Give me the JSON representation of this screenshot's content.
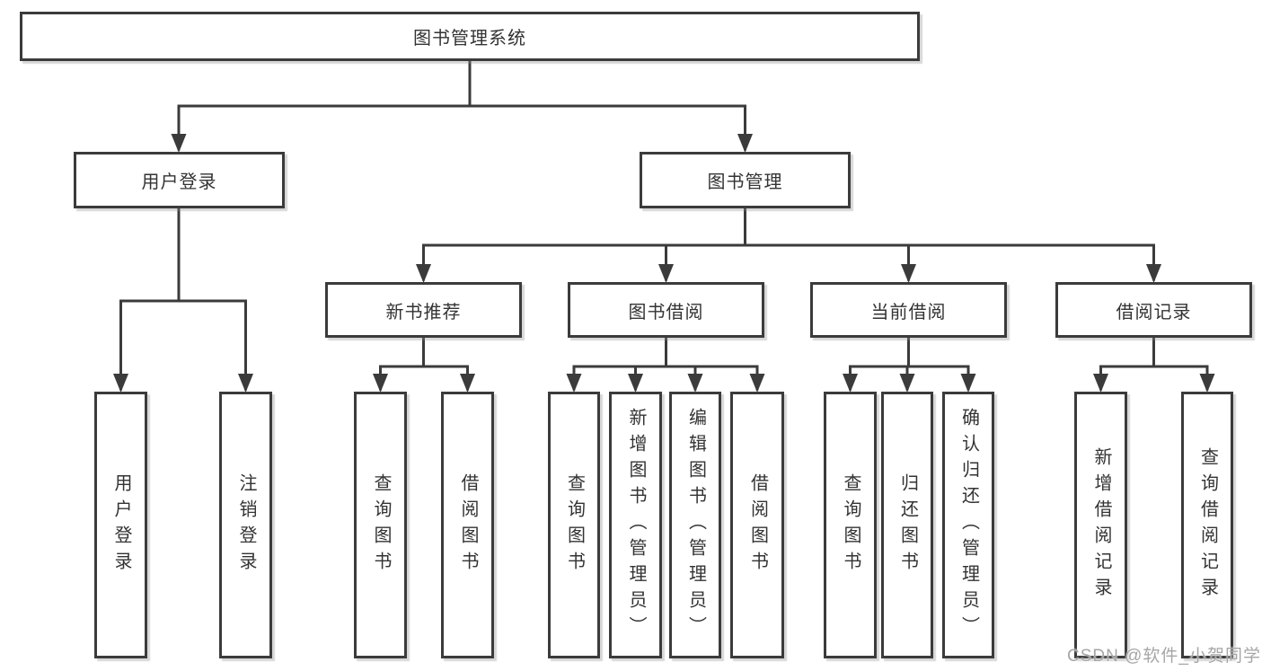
{
  "diagram": {
    "title": "图书管理系统",
    "nodes": {
      "root": "图书管理系统",
      "user_login": "用户登录",
      "book_mgmt": "图书管理",
      "new_books": "新书推荐",
      "book_borrow": "图书借阅",
      "current_borrow": "当前借阅",
      "borrow_records": "借阅记录",
      "leaf_user_login": "用户登录",
      "leaf_logout": "注销登录",
      "leaf_query_book_new": "查询图书",
      "leaf_borrow_book_new": "借阅图书",
      "leaf_query_book_borrow": "查询图书",
      "leaf_add_book_admin": "新增图书（管理员）",
      "leaf_edit_book_admin": "编辑图书（管理员）",
      "leaf_borrow_book_borrow": "借阅图书",
      "leaf_query_book_current": "查询图书",
      "leaf_return_book": "归还图书",
      "leaf_confirm_return_admin": "确认归还（管理员）",
      "leaf_add_borrow_record": "新增借阅记录",
      "leaf_query_borrow_record": "查询借阅记录"
    },
    "edges": [
      [
        "图书管理系统",
        "用户登录"
      ],
      [
        "图书管理系统",
        "图书管理"
      ],
      [
        "用户登录",
        "用户登录"
      ],
      [
        "用户登录",
        "注销登录"
      ],
      [
        "图书管理",
        "新书推荐"
      ],
      [
        "图书管理",
        "图书借阅"
      ],
      [
        "图书管理",
        "当前借阅"
      ],
      [
        "图书管理",
        "借阅记录"
      ],
      [
        "新书推荐",
        "查询图书"
      ],
      [
        "新书推荐",
        "借阅图书"
      ],
      [
        "图书借阅",
        "查询图书"
      ],
      [
        "图书借阅",
        "新增图书（管理员）"
      ],
      [
        "图书借阅",
        "编辑图书（管理员）"
      ],
      [
        "图书借阅",
        "借阅图书"
      ],
      [
        "当前借阅",
        "查询图书"
      ],
      [
        "当前借阅",
        "归还图书"
      ],
      [
        "当前借阅",
        "确认归还（管理员）"
      ],
      [
        "借阅记录",
        "新增借阅记录"
      ],
      [
        "借阅记录",
        "查询借阅记录"
      ]
    ],
    "colors": {
      "line": "#3b3b3b",
      "text": "#333333",
      "background": "#ffffff",
      "watermark": "#a6a6a6"
    }
  },
  "watermark": "CSDN @软件_小贺同学"
}
